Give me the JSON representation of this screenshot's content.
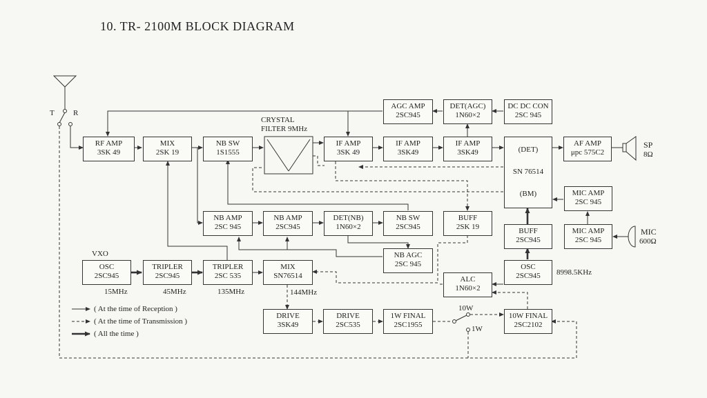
{
  "title": "10.  TR- 2100M  BLOCK DIAGRAM",
  "blocks": {
    "rf_amp": [
      "RF AMP",
      "3SK 49"
    ],
    "mix1": [
      "MIX",
      "2SK 19"
    ],
    "nb_sw_top": [
      "NB SW",
      "1S1555"
    ],
    "if_amp1": [
      "IF AMP",
      "3SK 49"
    ],
    "if_amp2": [
      "IF AMP",
      "3SK49"
    ],
    "if_amp3": [
      "IF AMP",
      "3SK49"
    ],
    "agc_amp": [
      "AGC AMP",
      "2SC945"
    ],
    "det_agc": [
      "DET(AGC)",
      "1N60×2"
    ],
    "dc_dc_con": [
      "DC DC CON",
      "2SC 945"
    ],
    "sn76514": [
      "(DET)",
      "SN 76514",
      "(BM)"
    ],
    "af_amp": [
      "AF AMP",
      "μpc 575C2"
    ],
    "mic_amp1": [
      "MIC AMP",
      "2SC 945"
    ],
    "mic_amp2": [
      "MIC AMP",
      "2SC 945"
    ],
    "nb_amp1": [
      "NB AMP",
      "2SC 945"
    ],
    "nb_amp2": [
      "NB AMP",
      "2SC945"
    ],
    "det_nb": [
      "DET(NB)",
      "1N60×2"
    ],
    "nb_sw_bottom": [
      "NB SW",
      "2SC945"
    ],
    "buff_right": [
      "BUFF",
      "2SK 19"
    ],
    "buff_mid": [
      "BUFF",
      "2SC945"
    ],
    "nb_agc": [
      "NB AGC",
      "2SC 945"
    ],
    "osc_vxo": [
      "OSC",
      "2SC945"
    ],
    "tripler1": [
      "TRIPLER",
      "2SC945"
    ],
    "tripler2": [
      "TRIPLER",
      "2SC 535"
    ],
    "mix2": [
      "MIX",
      "SN76514"
    ],
    "osc_carrier": [
      "OSC",
      "2SC945"
    ],
    "alc": [
      "ALC",
      "1N60×2"
    ],
    "drive1": [
      "DRIVE",
      "3SK49"
    ],
    "drive2": [
      "DRIVE",
      "2SC535"
    ],
    "final_1w": [
      "1W FINAL",
      "2SC1955"
    ],
    "final_10w": [
      "10W FINAL",
      "2SC2102"
    ]
  },
  "crystal_filter": [
    "CRYSTAL",
    "FILTER 9MHz"
  ],
  "labels": {
    "t": "T",
    "r": "R",
    "vxo": "VXO",
    "f15": "15MHz",
    "f45": "45MHz",
    "f135": "135MHz",
    "f144": "144MHz",
    "f8998": "8998.5KHz",
    "w10": "10W",
    "w1": "1W",
    "sp": "SP",
    "sp_imp": "8Ω",
    "mic": "MIC",
    "mic_imp": "600Ω"
  },
  "legend": {
    "reception": "( At  the  time  of  Reception  )",
    "transmission": "( At  the  time  of  Transmission  )",
    "all_time": "( All  the  time )"
  }
}
